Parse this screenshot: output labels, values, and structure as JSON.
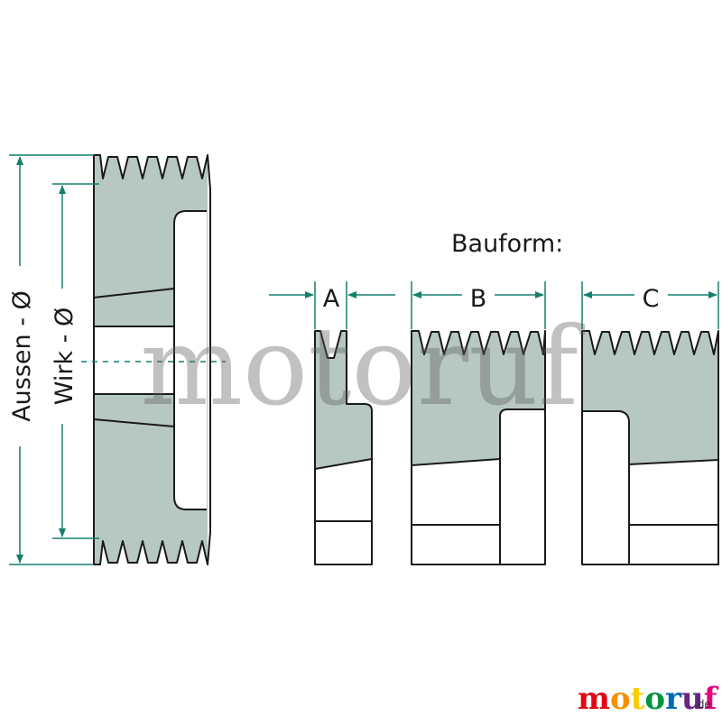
{
  "labels": {
    "outer_diameter": "Aussen - Ø",
    "effective_diameter": "Wirk - Ø",
    "bauform_title": "Bauform:",
    "form_a": "A",
    "form_b": "B",
    "form_c": "C"
  },
  "watermark": "motoruf",
  "logo": {
    "letters": [
      "m",
      "o",
      "t",
      "o",
      "r",
      "u",
      "f"
    ],
    "suffix": ".de",
    "letter_colors": [
      "#e30613",
      "#f39200",
      "#ffcc00",
      "#009640",
      "#0069b4",
      "#662483",
      "#e6007e"
    ]
  },
  "colors": {
    "dimension": "#157f6e",
    "shading": "#b7c8c3",
    "outline": "#1a1a1a"
  }
}
